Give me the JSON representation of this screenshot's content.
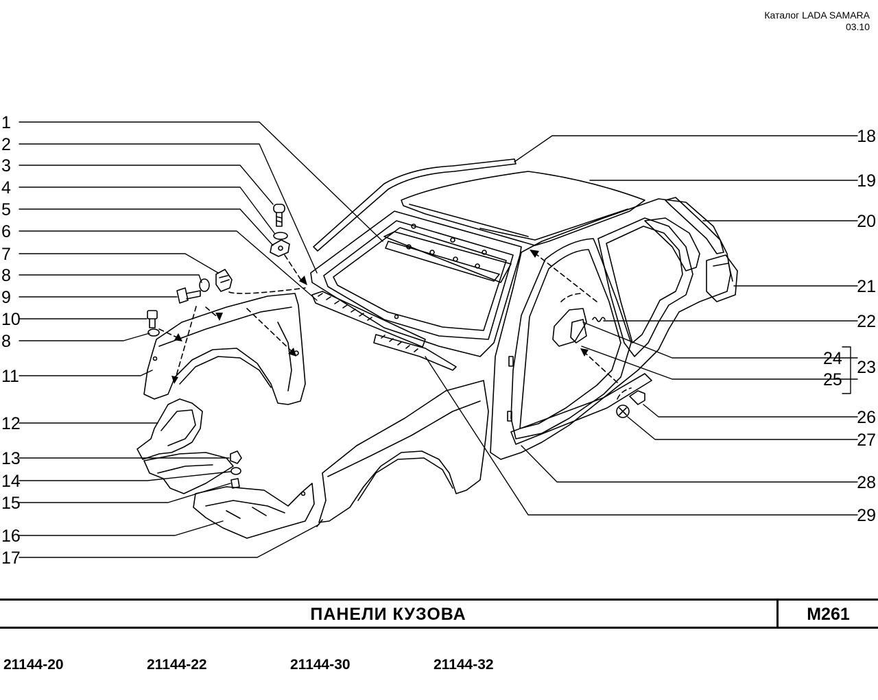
{
  "header": {
    "catalog": "Каталог  LADA SAMARA",
    "date": "03.10"
  },
  "callouts": {
    "left": [
      "1",
      "2",
      "3",
      "4",
      "5",
      "6",
      "7",
      "8",
      "9",
      "10",
      "8",
      "11",
      "12",
      "13",
      "14",
      "15",
      "16",
      "17"
    ],
    "right": [
      "18",
      "19",
      "20",
      "21",
      "22",
      "24",
      "25",
      "26",
      "27",
      "28",
      "29"
    ],
    "group": "23"
  },
  "title": "ПАНЕЛИ   КУЗОВА",
  "section_code": "М261",
  "models": [
    "21144-20",
    "21144-22",
    "21144-30",
    "21144-32"
  ]
}
